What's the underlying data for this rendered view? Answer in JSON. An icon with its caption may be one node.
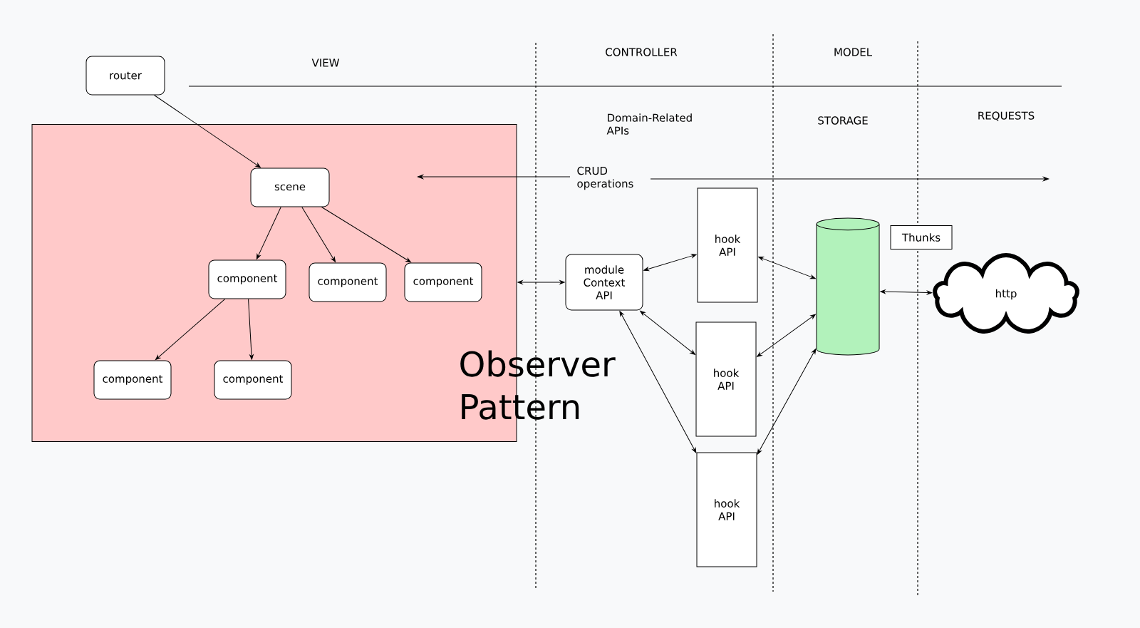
{
  "diagram": {
    "nodes": [
      {
        "text": [
          "router"
        ]
      },
      {
        "text": [
          "Observer Pattern"
        ]
      },
      {
        "text": [
          "scene"
        ],
        "in": 1
      },
      {
        "text": [
          "component"
        ],
        "in": 1
      },
      {
        "text": [
          "component"
        ],
        "in": 1
      },
      {
        "text": [
          "component"
        ],
        "in": 1
      },
      {
        "text": [
          "component"
        ],
        "in": 1
      },
      {
        "text": [
          "component"
        ],
        "in": 1
      },
      {
        "text": [
          "module Context API"
        ]
      },
      {
        "text": [
          "hook API"
        ]
      },
      {
        "text": [
          "hook API"
        ]
      },
      {
        "text": [
          "hook API"
        ]
      },
      {
        "text": [],
        "shape": "cylinder"
      },
      {
        "text": [
          "Thunks"
        ]
      },
      {
        "text": [
          "http"
        ]
      }
    ],
    "edges": [
      {
        "from": 0,
        "to": 2,
        "arrow": "to"
      },
      {
        "from": 2,
        "to": 3,
        "arrow": "to"
      },
      {
        "from": 2,
        "to": 4,
        "arrow": "to"
      },
      {
        "from": 2,
        "to": 5,
        "arrow": "to"
      },
      {
        "from": 3,
        "to": 6,
        "arrow": "to"
      },
      {
        "from": 3,
        "to": 7,
        "arrow": "to"
      },
      {
        "from": 1,
        "to": 8,
        "arrow": "both"
      },
      {
        "from": 8,
        "to": 9,
        "arrow": "both"
      },
      {
        "from": 8,
        "to": 10,
        "arrow": "both"
      },
      {
        "from": 8,
        "to": 11,
        "arrow": "both"
      },
      {
        "from": 9,
        "to": 12,
        "arrow": "both"
      },
      {
        "from": 10,
        "to": 12,
        "arrow": "both"
      },
      {
        "from": 11,
        "to": 12,
        "arrow": "both"
      },
      {
        "from": 12,
        "to": 14,
        "arrow": "both"
      }
    ],
    "labels": [
      "VIEW",
      "CONTROLLER",
      "MODEL",
      "Domain-Related APIs",
      "STORAGE",
      "REQUESTS",
      "CRUD operations"
    ]
  }
}
